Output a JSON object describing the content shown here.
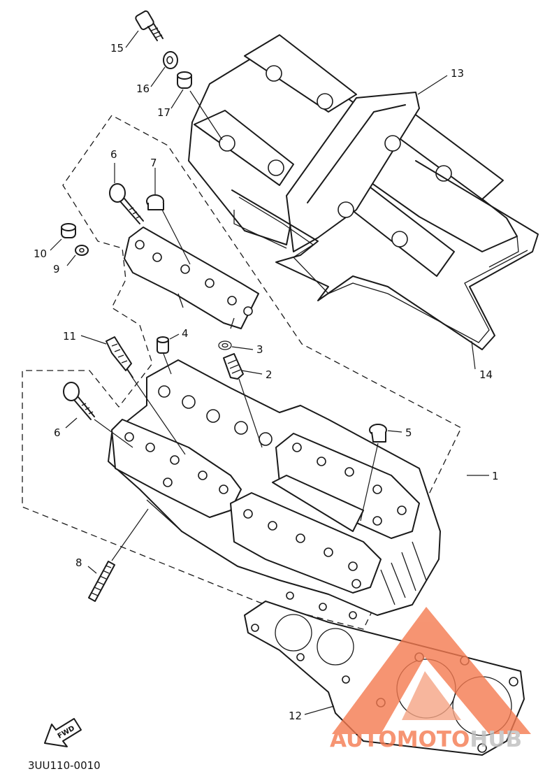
{
  "diagram": {
    "code": "3UU110-0010",
    "fwd_label": "FWD",
    "callouts": [
      {
        "id": "c1",
        "text": "1"
      },
      {
        "id": "c2",
        "text": "2"
      },
      {
        "id": "c3",
        "text": "3"
      },
      {
        "id": "c4",
        "text": "4"
      },
      {
        "id": "c5",
        "text": "5"
      },
      {
        "id": "c6a",
        "text": "6"
      },
      {
        "id": "c6b",
        "text": "6"
      },
      {
        "id": "c7",
        "text": "7"
      },
      {
        "id": "c8",
        "text": "8"
      },
      {
        "id": "c9",
        "text": "9"
      },
      {
        "id": "c10",
        "text": "10"
      },
      {
        "id": "c11",
        "text": "11"
      },
      {
        "id": "c12",
        "text": "12"
      },
      {
        "id": "c13",
        "text": "13"
      },
      {
        "id": "c14",
        "text": "14"
      },
      {
        "id": "c15",
        "text": "15"
      },
      {
        "id": "c16",
        "text": "16"
      },
      {
        "id": "c17",
        "text": "17"
      }
    ]
  },
  "watermark": {
    "part1": "AUTOMOTO",
    "part2": "HUB",
    "color_primary": "#f47a50",
    "color_secondary": "#bdbdbd"
  }
}
